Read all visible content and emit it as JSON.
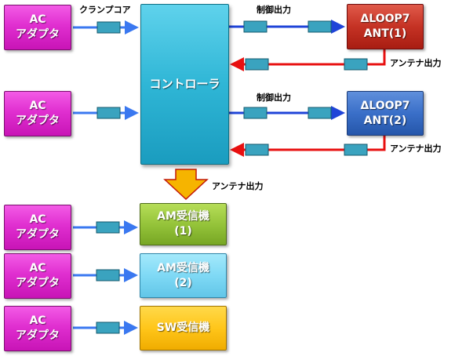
{
  "ac_adapter": {
    "line1": "AC",
    "line2": "アダプタ"
  },
  "controller": {
    "label": "コントローラ"
  },
  "loop_antenna_1": {
    "line1": "ΔLOOP7",
    "line2": "ANT(1)"
  },
  "loop_antenna_2": {
    "line1": "ΔLOOP7",
    "line2": "ANT(2)"
  },
  "receivers": {
    "am1": {
      "line1": "AM受信機",
      "line2": "(1)"
    },
    "am2": {
      "line1": "AM受信機",
      "line2": "(2)"
    },
    "sw": {
      "line1": "SW受信機"
    }
  },
  "labels": {
    "clamp_core": "クランプコア",
    "control_output_1": "制御出力",
    "control_output_2": "制御出力",
    "antenna_output_1": "アンテナ出力",
    "antenna_output_2": "アンテナ出力",
    "antenna_output_main": "アンテナ出力"
  },
  "colors": {
    "ac_adapter": "#e02fd0",
    "controller": "#2fb6d6",
    "antenna_1": "#c53224",
    "antenna_2": "#3a6fc8",
    "am_receiver_1": "#95c43a",
    "am_receiver_2": "#7fd9f5",
    "sw_receiver": "#ffc61a",
    "control_arrow": "#1f44d8",
    "antenna_arrow": "#e81010",
    "input_arrow": "#3a78f0",
    "clamp_core": "#3aa3bf",
    "big_arrow": "#f6b400"
  }
}
